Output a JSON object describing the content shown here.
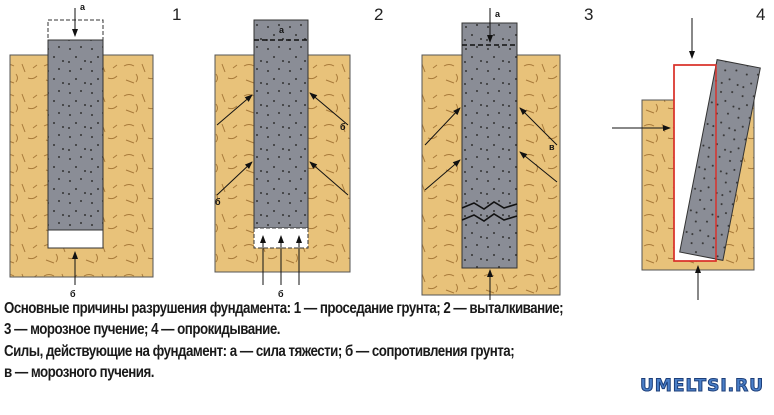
{
  "panels": [
    {
      "number": "1",
      "labels": [
        "а",
        "б"
      ]
    },
    {
      "number": "2",
      "labels": [
        "а",
        "б",
        "б",
        "б"
      ]
    },
    {
      "number": "3",
      "labels": [
        "а",
        "в"
      ]
    },
    {
      "number": "4",
      "labels": []
    }
  ],
  "caption": {
    "line1": "Основные причины разрушения фундамента: 1 — проседание грунта; 2 — выталкивание;",
    "line2": "3 — морозное пучение; 4 — опрокидывание.",
    "line3": "Силы, действующие на фундамент: а — сила тяжести; б — сопротивления грунта;",
    "line4": "в — морозного пучения."
  },
  "watermark": "UMELTSI.RU",
  "colors": {
    "soil": "#e8c27a",
    "pile": "#8a8d96",
    "red": "#d9322b"
  }
}
